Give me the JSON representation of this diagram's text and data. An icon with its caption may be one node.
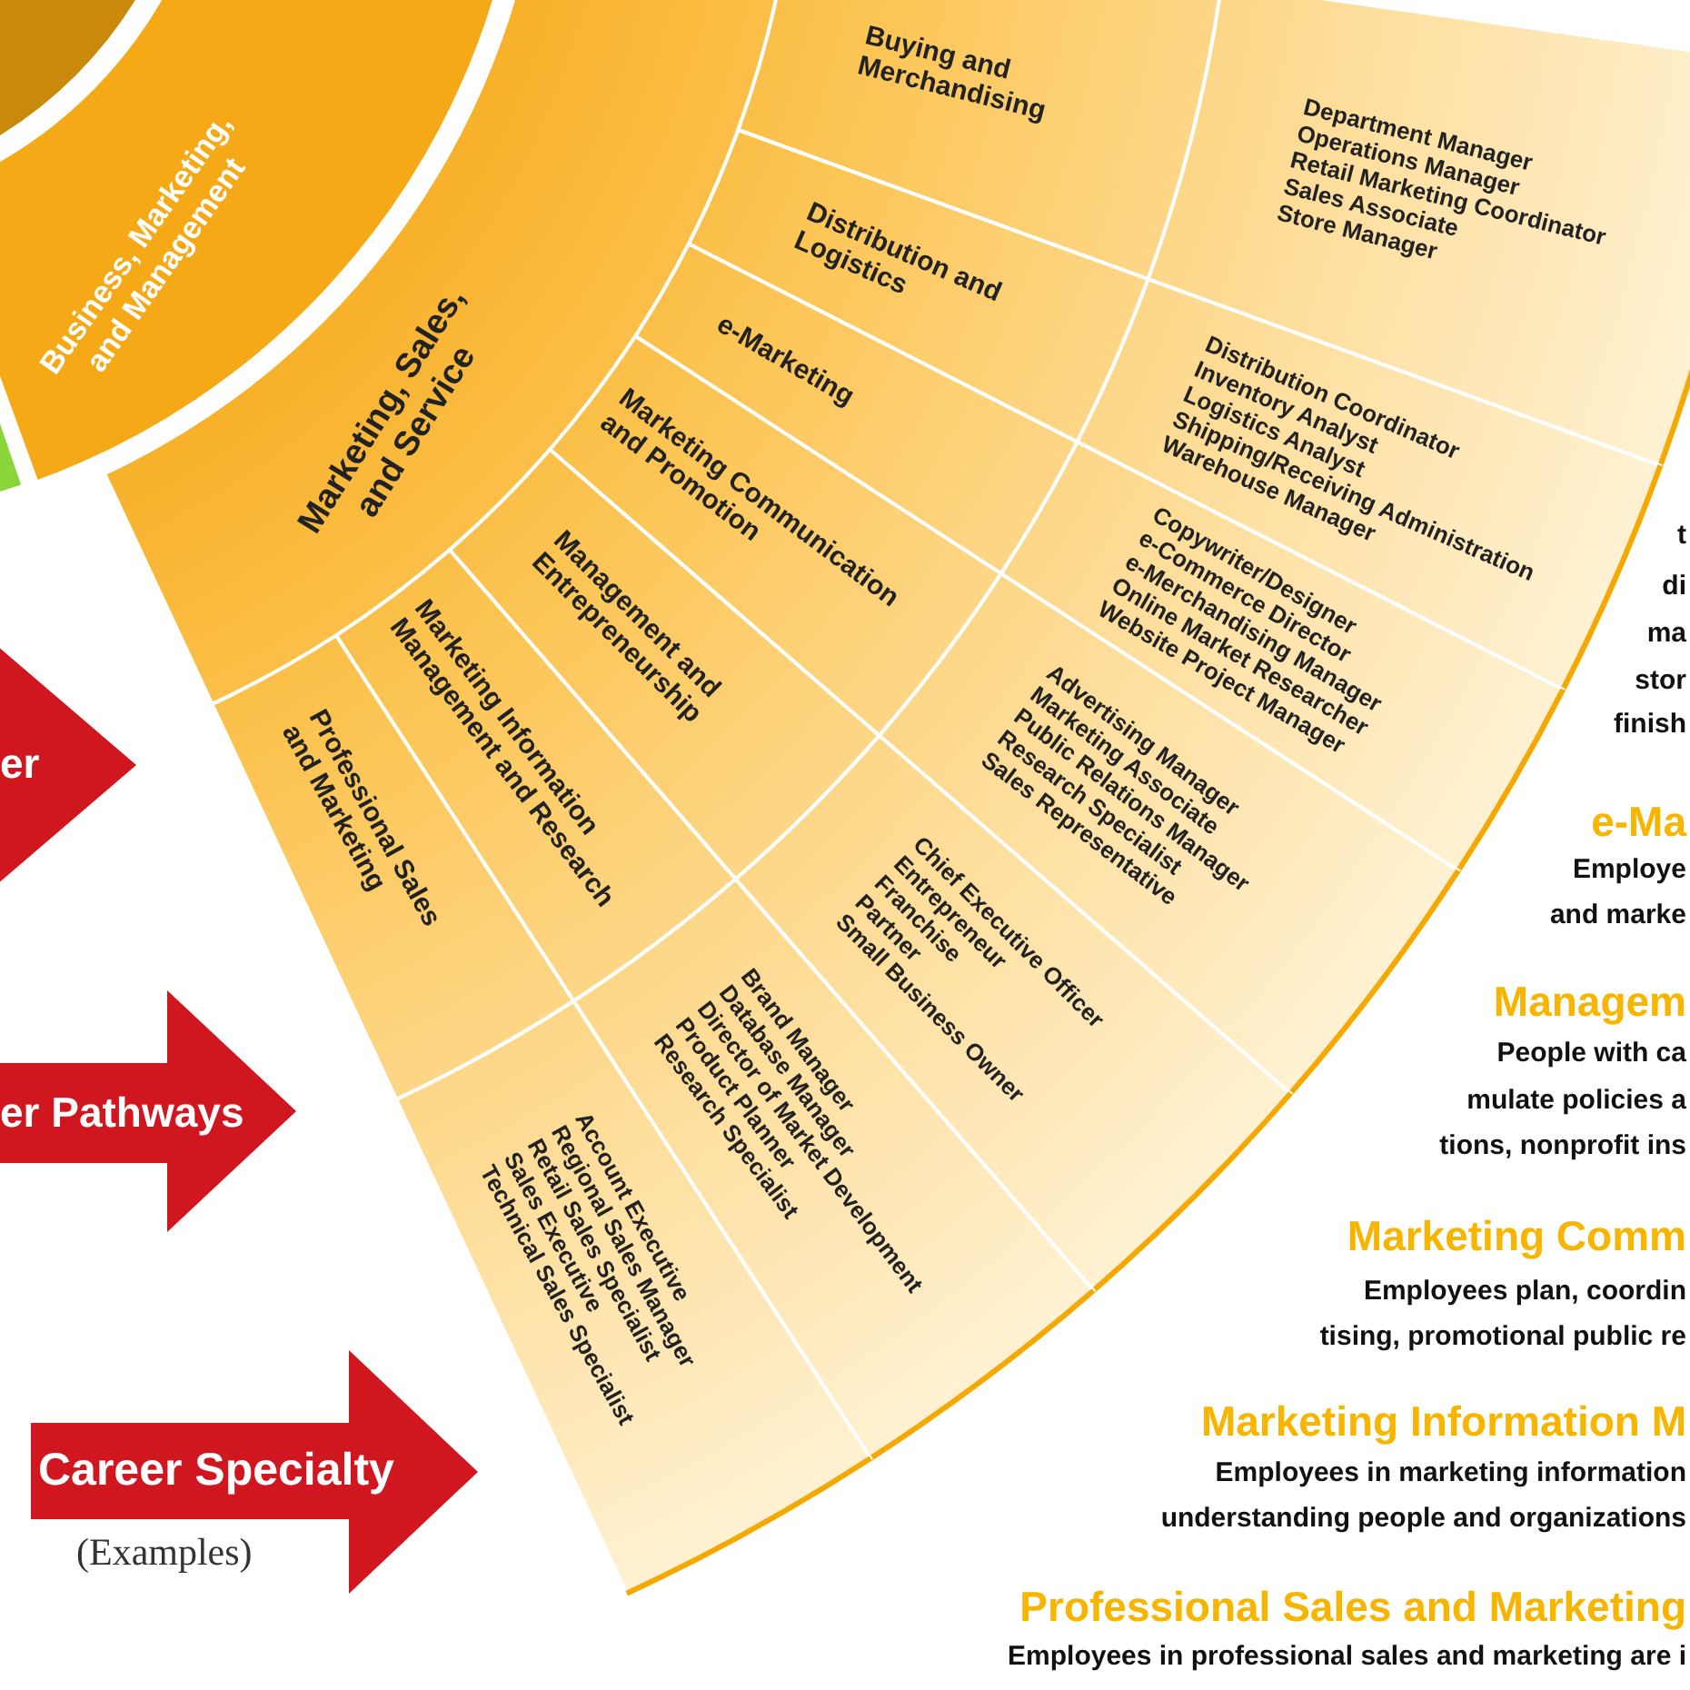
{
  "diagram": {
    "nodes": [
      {
        "text": [
          "Business, Marketing, and Management"
        ]
      },
      {
        "text": [
          "Marketing, Sales, and Service"
        ]
      },
      {
        "text": [
          "Buying and Merchandising"
        ]
      },
      {
        "text": [
          "Distribution and Logistics"
        ]
      },
      {
        "text": [
          "e-Marketing"
        ]
      },
      {
        "text": [
          "Marketing Communication and Promotion"
        ]
      },
      {
        "text": [
          "Management and Entrepreneurship"
        ]
      },
      {
        "text": [
          "Marketing Information Management and Research"
        ]
      },
      {
        "text": [
          "Professional Sales and Marketing"
        ]
      },
      {
        "text": [
          "Department Manager",
          "Operations Manager",
          "Retail Marketing Coordinator",
          "Sales Associate",
          "Store Manager"
        ]
      },
      {
        "text": [
          "Distribution Coordinator",
          "Inventory Analyst",
          "Logistics Analyst",
          "Shipping/Receiving Administration",
          "Warehouse Manager"
        ]
      },
      {
        "text": [
          "Copywriter/Designer",
          "e-Commerce Director",
          "e-Merchandising Manager",
          "Online Market Researcher",
          "Website Project Manager"
        ]
      },
      {
        "text": [
          "Advertising Manager",
          "Marketing Associate",
          "Public Relations Manager",
          "Research Specialist",
          "Sales Representative"
        ]
      },
      {
        "text": [
          "Chief Executive Officer",
          "Entrepreneur",
          "Franchise",
          "Partner",
          "Small Business Owner"
        ]
      },
      {
        "text": [
          "Brand Manager",
          "Database Manager",
          "Director of Market Development",
          "Product Planner",
          "Research Specialist"
        ]
      },
      {
        "text": [
          "Account Executive",
          "Regional Sales Manager",
          "Retail Sales Specialist",
          "Sales Executive",
          "Technical Sales Specialist"
        ]
      },
      {
        "text": [
          "er"
        ]
      },
      {
        "text": [
          "er Pathways"
        ]
      },
      {
        "text": [
          "Career Specialty"
        ],
        "beside": [
          "(Examples)"
        ]
      }
    ],
    "labels": [
      "t",
      "di",
      "ma",
      "stor",
      "finish",
      "e-Ma",
      "Employe",
      "and marke",
      "Managem",
      "People with ca",
      "mulate policies a",
      "tions, nonprofit ins",
      "Marketing Comm",
      "Employees plan, coordin",
      "tising, promotional public re",
      "Marketing Information M",
      "Employees in marketing information",
      "understanding people and organizations",
      "Professional Sales and Marketing",
      "Employees in professional sales and marketing are i"
    ]
  }
}
